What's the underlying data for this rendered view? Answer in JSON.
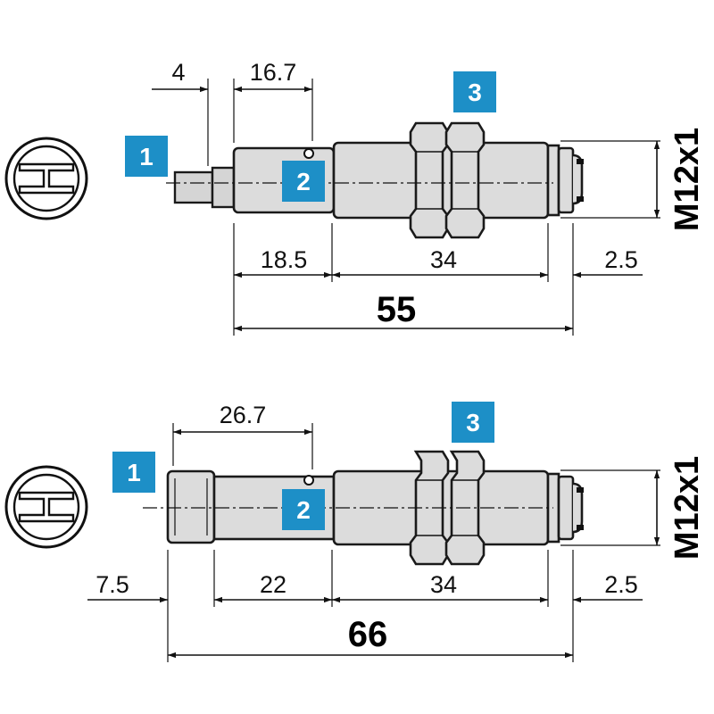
{
  "colors": {
    "badge": "#1d8fc7",
    "metal": "#dcdcdc",
    "ink": "#111111"
  },
  "top": {
    "dims": {
      "d1": "4",
      "d2": "16.7",
      "d3": "18.5",
      "d4": "34",
      "d5": "2.5",
      "total": "55"
    },
    "thread": "M12x1",
    "badges": [
      "1",
      "2",
      "3"
    ]
  },
  "bottom": {
    "dims": {
      "d1": "26.7",
      "d2": "7.5",
      "d3": "22",
      "d4": "34",
      "d5": "2.5",
      "total": "66"
    },
    "thread": "M12x1",
    "badges": [
      "1",
      "2",
      "3"
    ]
  }
}
